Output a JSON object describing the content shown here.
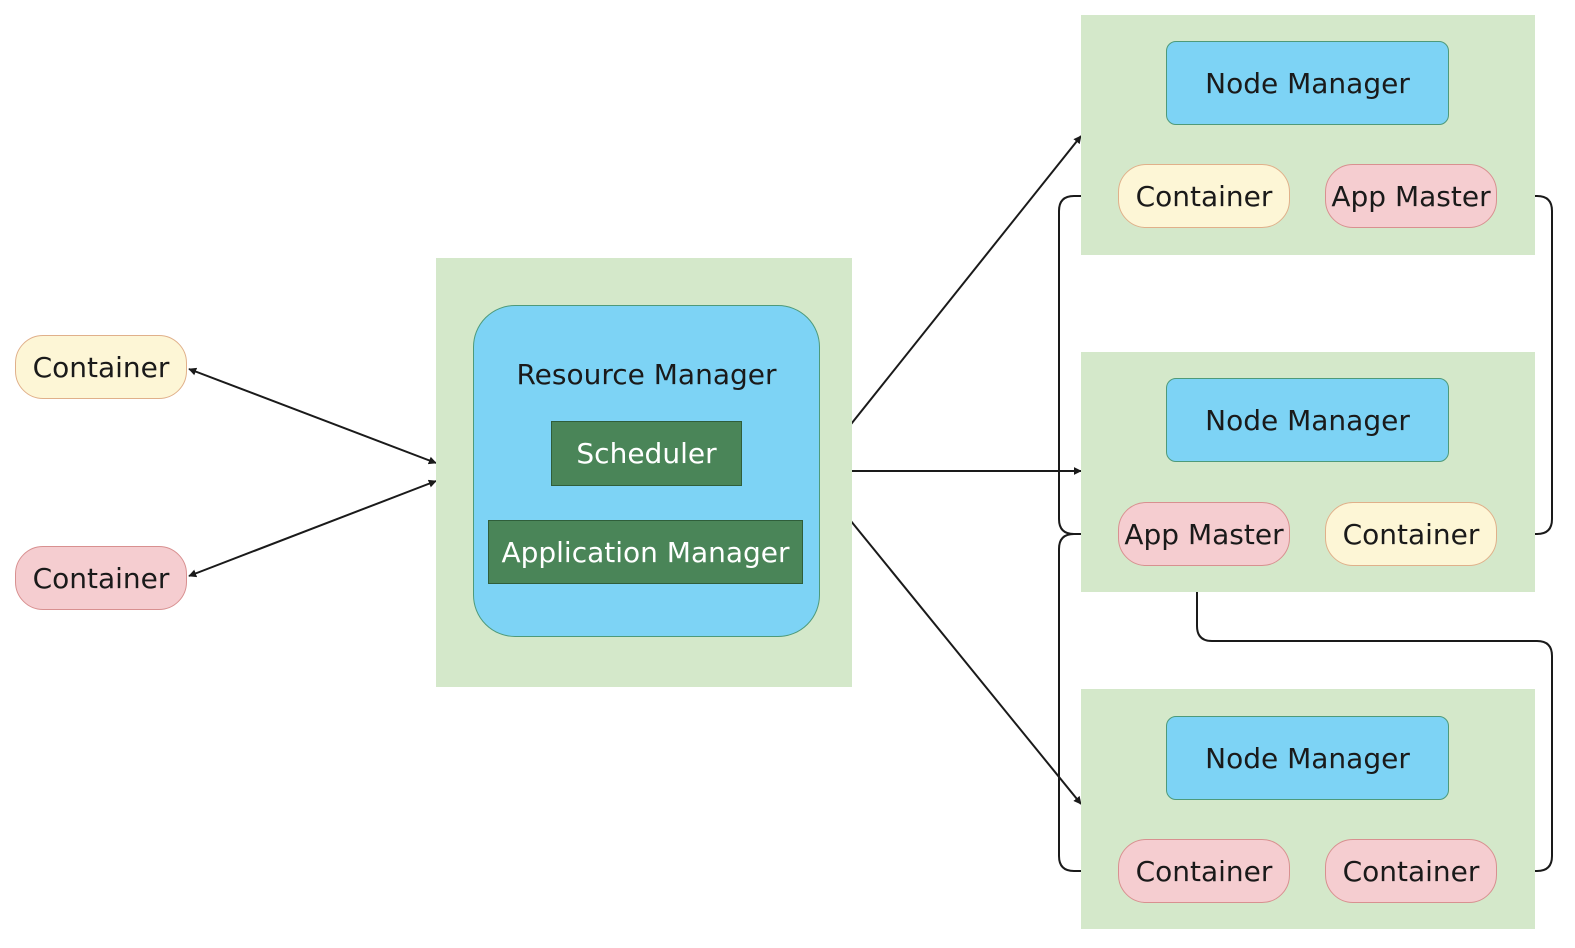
{
  "colors": {
    "zone": "#d4e8ca",
    "manager": "#7dd3f5",
    "module": "#4a8558",
    "container_yellow": "#fdf6d6",
    "container_pink": "#f5cdd0",
    "line": "#1a1a1a"
  },
  "resource_manager": {
    "title": "Resource Manager",
    "scheduler": "Scheduler",
    "application_manager": "Application Manager"
  },
  "client_containers": [
    {
      "label": "Container",
      "color": "yellow"
    },
    {
      "label": "Container",
      "color": "pink"
    }
  ],
  "nodes": [
    {
      "manager": "Node Manager",
      "slots": [
        {
          "label": "Container",
          "color": "yellow"
        },
        {
          "label": "App Master",
          "color": "pink"
        }
      ]
    },
    {
      "manager": "Node Manager",
      "slots": [
        {
          "label": "App Master",
          "color": "pink"
        },
        {
          "label": "Container",
          "color": "yellow"
        }
      ]
    },
    {
      "manager": "Node Manager",
      "slots": [
        {
          "label": "Container",
          "color": "pink"
        },
        {
          "label": "Container",
          "color": "pink"
        }
      ]
    }
  ]
}
